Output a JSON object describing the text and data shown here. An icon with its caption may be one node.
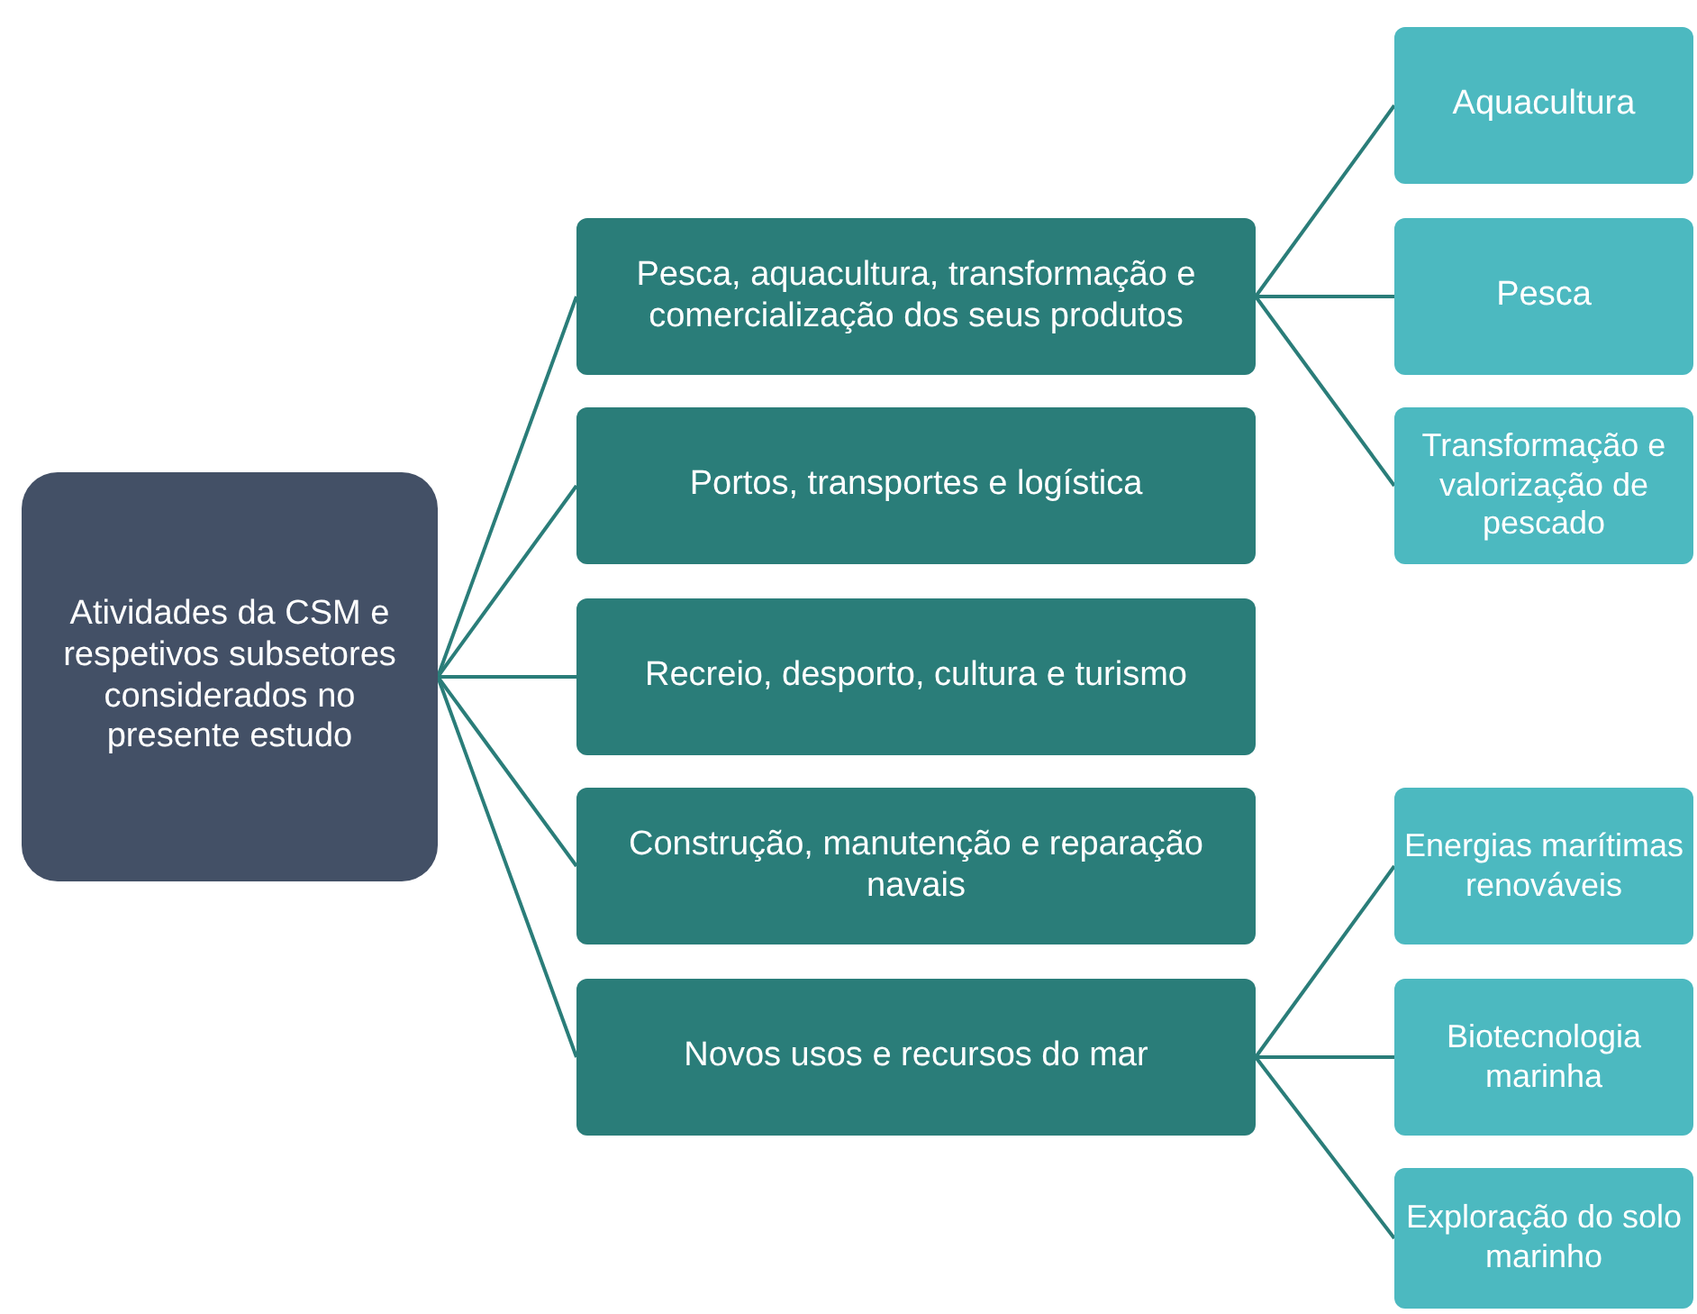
{
  "diagram": {
    "nodes": [
      {
        "text": [
          "Atividades da CSM e respetivos subsetores considerados no presente estudo"
        ]
      },
      {
        "text": [
          "Pesca, aquacultura, transformação e comercialização dos seus produtos"
        ]
      },
      {
        "text": [
          "Portos, transportes e logística"
        ]
      },
      {
        "text": [
          "Recreio, desporto, cultura e turismo"
        ]
      },
      {
        "text": [
          "Construção, manutenção e reparação navais"
        ]
      },
      {
        "text": [
          "Novos usos e recursos do mar"
        ]
      },
      {
        "text": [
          "Aquacultura"
        ]
      },
      {
        "text": [
          "Pesca"
        ]
      },
      {
        "text": [
          "Transformação e valorização de pescado"
        ]
      },
      {
        "text": [
          "Energias marítimas renováveis"
        ]
      },
      {
        "text": [
          "Biotecnologia marinha"
        ]
      },
      {
        "text": [
          "Exploração do solo marinho"
        ]
      }
    ],
    "edges": [
      {
        "from": 0,
        "to": 1,
        "arrow": "none"
      },
      {
        "from": 0,
        "to": 2,
        "arrow": "none"
      },
      {
        "from": 0,
        "to": 3,
        "arrow": "none"
      },
      {
        "from": 0,
        "to": 4,
        "arrow": "none"
      },
      {
        "from": 0,
        "to": 5,
        "arrow": "none"
      },
      {
        "from": 1,
        "to": 6,
        "arrow": "none"
      },
      {
        "from": 1,
        "to": 7,
        "arrow": "none"
      },
      {
        "from": 1,
        "to": 8,
        "arrow": "none"
      },
      {
        "from": 5,
        "to": 9,
        "arrow": "none"
      },
      {
        "from": 5,
        "to": 10,
        "arrow": "none"
      },
      {
        "from": 5,
        "to": 11,
        "arrow": "none"
      }
    ]
  }
}
